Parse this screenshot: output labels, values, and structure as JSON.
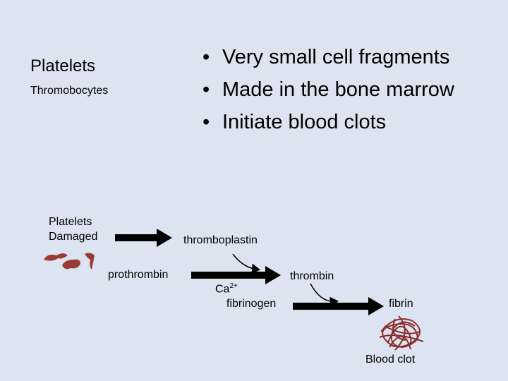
{
  "slide": {
    "title": "Platelets",
    "subtitle": "Thromobocytes",
    "bullets": [
      "Very small cell fragments",
      "Made in the bone marrow",
      "Initiate blood clots"
    ]
  },
  "diagram": {
    "damaged_line1": "Platelets",
    "damaged_line2": "Damaged",
    "thromboplastin": "thromboplastin",
    "prothrombin": "prothrombin",
    "calcium": "Ca",
    "calcium_charge": "2+",
    "thrombin": "thrombin",
    "fibrinogen": "fibrinogen",
    "fibrin": "fibrin",
    "blood_clot": "Blood clot",
    "colors": {
      "platelet": "#9c3a3a",
      "clot": "#8b2c2c",
      "arrow": "#000000",
      "background": "#dbe4f0"
    }
  }
}
